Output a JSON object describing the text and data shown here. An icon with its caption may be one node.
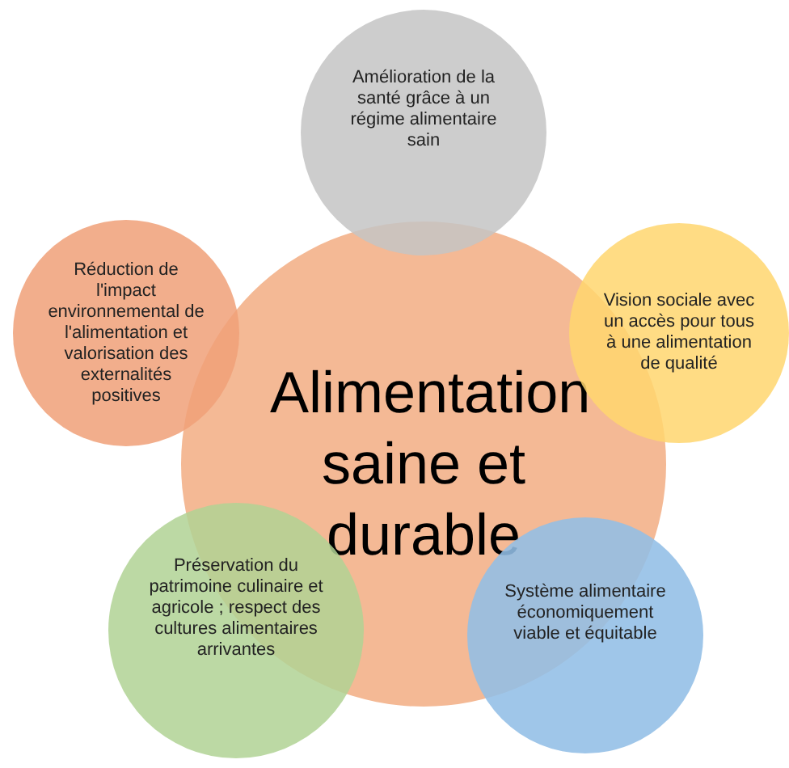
{
  "diagram": {
    "nodes": [
      {
        "text": [
          "Alimentation saine et durable"
        ]
      },
      {
        "text": [
          "Amélioration de la santé grâce à un régime alimentaire sain"
        ]
      },
      {
        "text": [
          "Vision sociale avec un accès pour tous à une alimentation de qualité"
        ]
      },
      {
        "text": [
          "Système alimentaire économiquement viable et équitable"
        ]
      },
      {
        "text": [
          "Préservation du patrimoine culinaire et agricole ; respect des cultures alimentaires arrivantes"
        ]
      },
      {
        "text": [
          "Réduction de l'impact environnemental de l'alimentation et valorisation des externalités positives"
        ]
      }
    ]
  }
}
